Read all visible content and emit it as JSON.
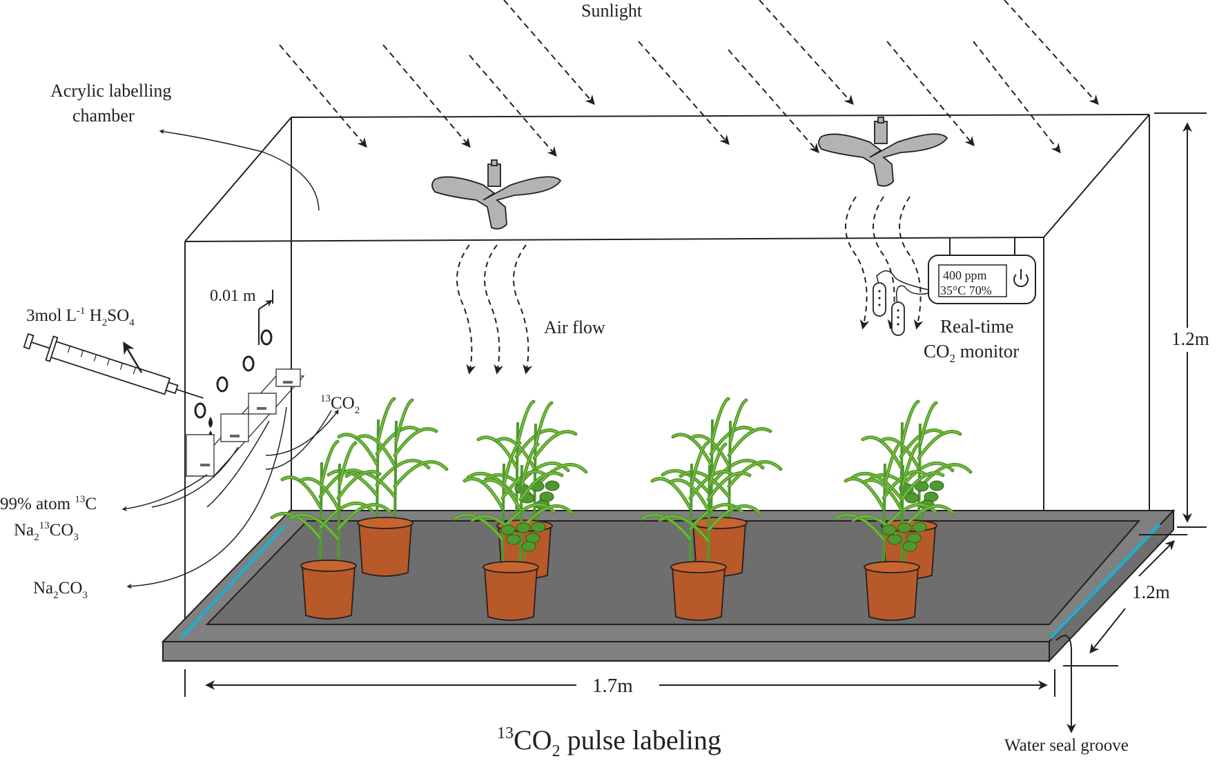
{
  "labels": {
    "sunlight": "Sunlight",
    "chamber_line1": "Acrylic labelling",
    "chamber_line2": "chamber",
    "scale_small": "0.01 m",
    "acid_pre": "3mol L",
    "acid_sup": "-1",
    "acid_h": " H",
    "acid_sub2": "2",
    "acid_so": "SO",
    "acid_sub4": "4",
    "co2_sup": "13",
    "co2_text": "CO",
    "co2_sub": "2",
    "atom_pre": "99% atom ",
    "atom_sup": "13",
    "atom_c": "C",
    "na13_na": "Na",
    "na13_sub2": "2",
    "na13_sup": "13",
    "na13_co": "CO",
    "na13_sub3": "3",
    "na_na": "Na",
    "na_sub2": "2",
    "na_co": "CO",
    "na_sub3": "3",
    "air_flow": "Air flow",
    "monitor_line1": "Real-time",
    "monitor_co": "CO",
    "monitor_sub": "2",
    "monitor_rest": " monitor",
    "display_ppm": "400  ppm",
    "display_env": "35°C 70%",
    "height_dim": "1.2m",
    "depth_dim": "1.2m",
    "width_dim": "1.7m",
    "title_sup": "13",
    "title_co": "CO",
    "title_sub": "2",
    "title_rest": " pulse labeling",
    "water_seal": "Water seal groove"
  },
  "colors": {
    "outline": "#231f20",
    "tray": "#808080",
    "tray_dark": "#6e6e6e",
    "water": "#29a9c4",
    "pot": "#b8592a",
    "pot_rim": "#c6652f",
    "leaf": "#4f9a2e",
    "leaf_light": "#8cc63f",
    "fan": "#b3b3b3"
  },
  "icons": {
    "power": "power-icon"
  }
}
